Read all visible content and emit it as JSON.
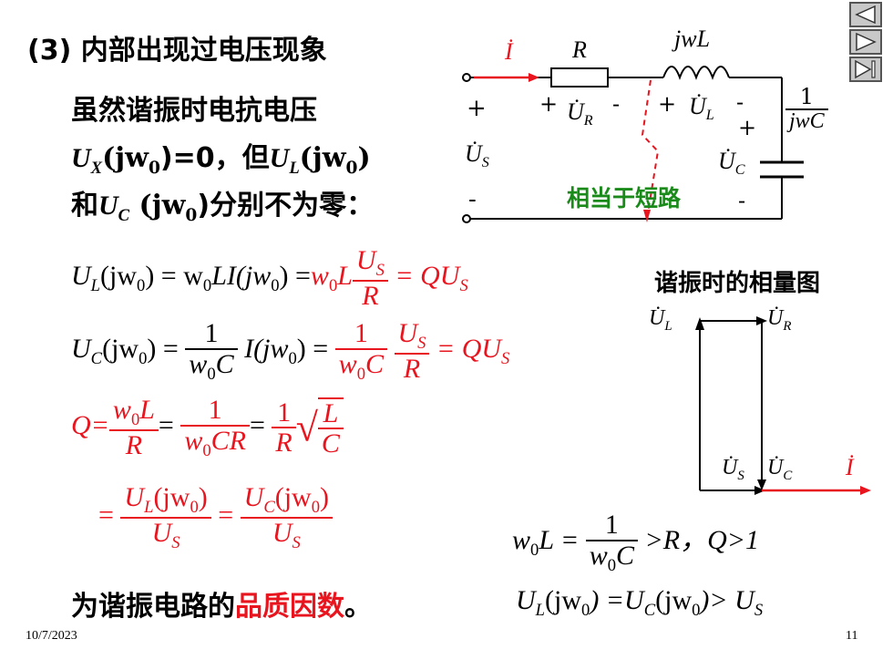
{
  "nav": {
    "prev_icon": "triangle-left-icon",
    "next_icon": "triangle-right-icon",
    "end_icon": "skip-end-icon"
  },
  "title": "(3) 内部出现过电压现象",
  "line1": "虽然谐振时电抗电压",
  "line2a": "U",
  "line2b": "X",
  "line2c": "(jw",
  "line2d": "0",
  "line2e": ")=0，但",
  "line2f": "U",
  "line2g": "L",
  "line2h": "(jw",
  "line2i": "0",
  "line2j": ")",
  "line3a": "和",
  "line3b": "U",
  "line3c": "C",
  "line3d": " (jw",
  "line3e": "0",
  "line3f": ")分别不为零：",
  "circuit": {
    "current": "İ",
    "R": "R",
    "L": "jwL",
    "C_num": "1",
    "C_den": "jwC",
    "US": "U̇",
    "US_sub": "S",
    "UR": "U̇",
    "UR_sub": "R",
    "UL": "U̇",
    "UL_sub": "L",
    "UC": "U̇",
    "UC_sub": "C",
    "plus": "+",
    "minus": "-",
    "short_label": "相当于短路"
  },
  "phasor": {
    "title": "谐振时的相量图",
    "UL": "U̇",
    "UL_sub": "L",
    "UR": "U̇",
    "UR_sub": "R",
    "US": "U̇",
    "US_sub": "S",
    "UC": "U̇",
    "UC_sub": "C",
    "I": "İ"
  },
  "eq1": {
    "lhs": "U",
    "lsub": "L",
    "arg": "(jw",
    "zero": "0",
    "mid": ") = w",
    "rest": "LI(jw",
    "rest2": ")",
    "eq": " =",
    "red_w": "w",
    "red_L": "L",
    "num": "U",
    "num_sub": "S",
    "den": "R",
    "res": " = QU",
    "res_sub": "S"
  },
  "eq2": {
    "lhs": "U",
    "lsub": "C",
    "arg": "(jw",
    "zero": "0",
    "p": ") =",
    "one": "1",
    "den_w": "w",
    "den_C": "C",
    "Ipart": " I(jw",
    "p2": ") =",
    "num": "U",
    "num_sub": "S",
    "den": "R",
    "res": " = QU",
    "res_sub": "S"
  },
  "eq3": {
    "Q": "Q=",
    "n1": "w",
    "n1b": "L",
    "d1": "R",
    "eq": "=",
    "one": "1",
    "d2w": "w",
    "d2b": "CR",
    "one2": "1",
    "d3": "R",
    "sqrt_n": "L",
    "sqrt_d": "C"
  },
  "eq4": {
    "eq": "=",
    "n1": "U",
    "n1s": "L",
    "n1a": "(jw",
    "n1z": "0",
    "n1e": ")",
    "d1": "U",
    "d1s": "S",
    "n2": "U",
    "n2s": "C",
    "n2a": "(jw",
    "n2z": "0",
    "n2e": ")",
    "d2": "U",
    "d2s": "S"
  },
  "eq5": {
    "w": "w",
    "z": "0",
    "L": "L =",
    "one": "1",
    "dw": "w",
    "dC": "C",
    "rest": " >R，Q>1"
  },
  "eq6": {
    "a": "U",
    "as": "L",
    "b": "(jw",
    "z": "0",
    "c": ") =U",
    "cs": "C",
    "d": "(jw",
    "z2": "0",
    "e": ")> U",
    "es": "S"
  },
  "footer_pre": "为谐振电路的",
  "footer_red": "品质因数",
  "footer_post": "。",
  "date": "10/7/2023",
  "page": "11",
  "colors": {
    "red": "#e8141e",
    "green": "#1a8a1a"
  }
}
